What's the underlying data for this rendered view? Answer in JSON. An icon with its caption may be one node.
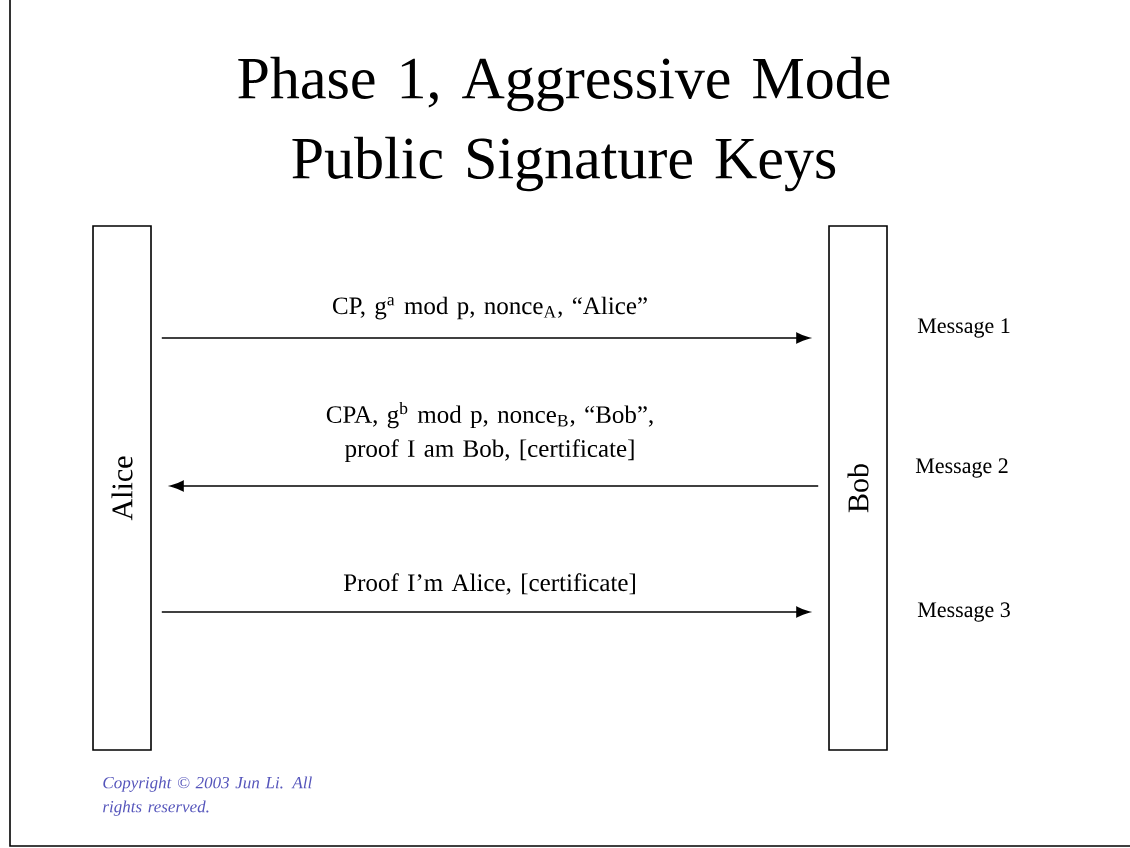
{
  "diagram": {
    "title": "Phase 1, Aggressive Mode Public Signature Keys",
    "nodes": [
      {
        "text": [
          "Alice"
        ]
      },
      {
        "text": [
          "Bob"
        ]
      }
    ],
    "edges": [
      {
        "from": 0,
        "to": 1,
        "arrow": "to",
        "label": "CP, g$^{a}$ mod p, nonce$_{A}$, “Alice”"
      },
      {
        "from": 1,
        "to": 0,
        "arrow": "to",
        "label": "CPA, g$^{b}$ mod p, nonce$_{B}$, “Bob”, proof I am Bob, [certificate]"
      },
      {
        "from": 0,
        "to": 1,
        "arrow": "to",
        "label": "Proof I’m Alice, [certificate]"
      }
    ],
    "labels": [
      "Message 1",
      "Message 2",
      "Message 3",
      "Copyright © 2003 Jun Li. All rights reserved."
    ]
  }
}
